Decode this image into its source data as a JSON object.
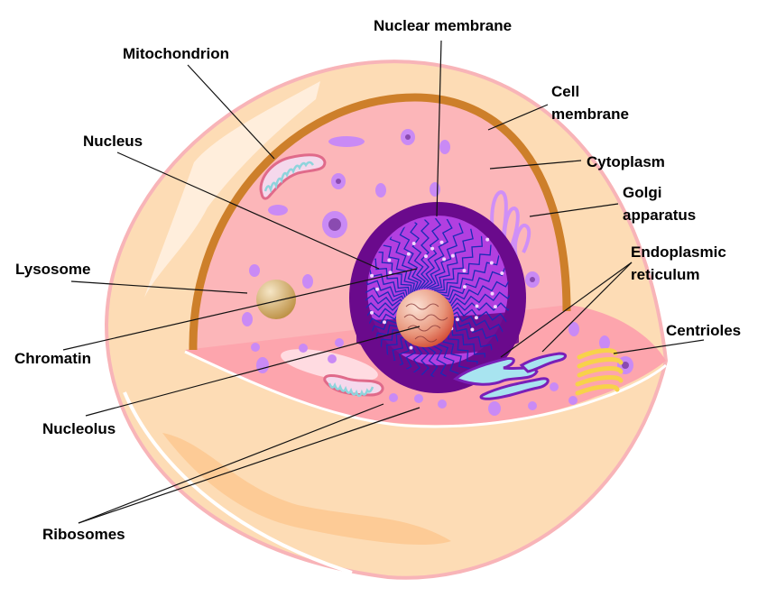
{
  "title": "Animal cell diagram",
  "labels": {
    "nuclear_membrane": "Nuclear membrane",
    "mitochondrion": "Mitochondrion",
    "cell_membrane_1": "Cell",
    "cell_membrane_2": "membrane",
    "nucleus": "Nucleus",
    "cytoplasm": "Cytoplasm",
    "golgi_1": "Golgi",
    "golgi_2": "apparatus",
    "er_1": "Endoplasmic",
    "er_2": "reticulum",
    "lysosome": "Lysosome",
    "centrioles": "Centrioles",
    "chromatin": "Chromatin",
    "nucleolus": "Nucleolus",
    "ribosomes": "Ribosomes"
  },
  "colors": {
    "outer_shell": "#fddcb5",
    "outer_rim": "#f8b4b8",
    "cell_membrane": "#cd7f2a",
    "cytoplasm": "#fcb6b9",
    "nucleus_envelope": "#6a0a8c",
    "nucleoplasm": "#b23fe0",
    "chromatin": "#1a2bb5",
    "vesicle": "#c98af5",
    "mito_outer": "#e06a8a",
    "mito_cristae": "#8ed4dc",
    "er_fill": "#a8e4f0",
    "er_stroke": "#7a1fb8",
    "centriole": "#f7d24a",
    "lysosome": "#c9a05a"
  }
}
